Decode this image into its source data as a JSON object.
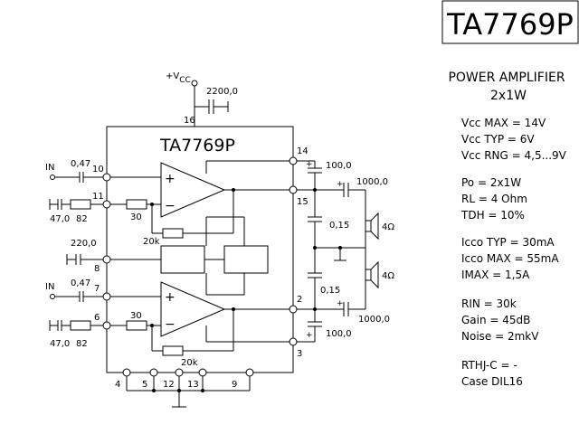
{
  "title": {
    "part_number": "TA7769P",
    "function_line1": "POWER AMPLIFIER",
    "function_line2": "2x1W"
  },
  "chip_label": "TA7769P",
  "supply_label": "+V",
  "supply_sub": "CC",
  "labels": {
    "c_supply": "2200,0",
    "c_in1": "0,47",
    "c_in1_val": "47,0",
    "r_in1": "82",
    "r_fb1_a": "30",
    "r_fb1_b": "20k",
    "c_mid": "220,0",
    "c_in2": "0,47",
    "c_in2_val": "47,0",
    "r_in2": "82",
    "r_fb2_a": "30",
    "r_fb2_b": "20k",
    "c_boot1": "100,0",
    "c_out1": "1000,0",
    "c_zob1": "0,15",
    "c_zob2": "0,15",
    "c_out2": "1000,0",
    "c_boot2": "100,0",
    "spk1": "4Ω",
    "spk2": "4Ω",
    "in1": "IN",
    "in2": "IN",
    "plus": "+",
    "minus": "−"
  },
  "pins": {
    "p16": "16",
    "p14": "14",
    "p15": "15",
    "p10": "10",
    "p11": "11",
    "p8": "8",
    "p7": "7",
    "p6": "6",
    "p2": "2",
    "p3": "3",
    "p4": "4",
    "p5": "5",
    "p12": "12",
    "p13": "13",
    "p9": "9"
  },
  "specs": {
    "vcc_max": "Vcc MAX = 14V",
    "vcc_typ": "Vcc TYP = 6V",
    "vcc_rng": "Vcc RNG = 4,5...9V",
    "po": "Po = 2x1W",
    "rl": "RL = 4 Ohm",
    "tdh": "TDH = 10%",
    "icco_typ": "Icco TYP = 30mA",
    "icco_max": "Icco MAX = 55mA",
    "imax": "IMAX =    1,5A",
    "rin": "RIN  = 30k",
    "gain": "Gain  = 45dB",
    "noise": "Noise = 2mkV",
    "rthj": "RTHJ-C =  -",
    "case": "Case    DIL16"
  }
}
